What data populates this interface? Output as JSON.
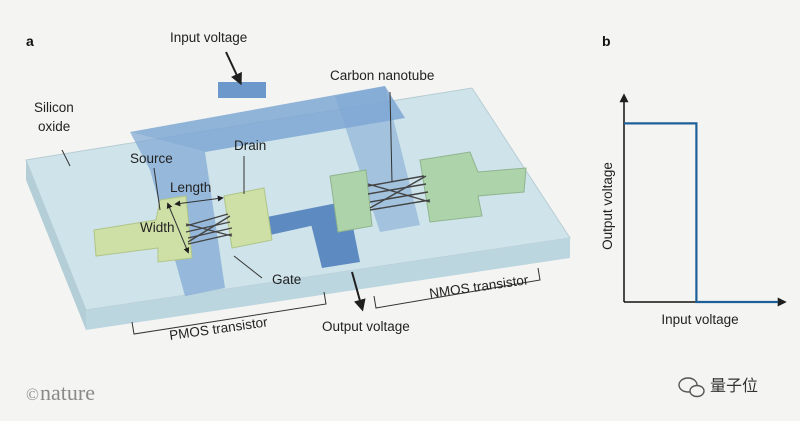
{
  "panel_a": {
    "letter": "a",
    "labels": {
      "input_voltage": "Input voltage",
      "silicon": "Silicon",
      "oxide": "oxide",
      "carbon_nanotube": "Carbon nanotube",
      "source": "Source",
      "drain": "Drain",
      "length": "Length",
      "width": "Width",
      "gate": "Gate",
      "nmos": "NMOS transistor",
      "pmos": "PMOS transistor",
      "output_voltage": "Output voltage"
    }
  },
  "panel_b": {
    "letter": "b",
    "ylabel": "Output voltage",
    "xlabel": "Input voltage"
  },
  "chart_data": {
    "type": "line",
    "title": "",
    "xlabel": "Input voltage",
    "ylabel": "Output voltage",
    "series": [
      {
        "x": [
          0,
          0.47,
          0.47,
          1.0
        ],
        "y": [
          0.93,
          0.93,
          0.0,
          0.0
        ]
      }
    ],
    "xlim": [
      0,
      1
    ],
    "ylim": [
      0,
      1
    ],
    "grid": false,
    "line_color": "#1f5f99"
  },
  "footer": {
    "copyright": "©",
    "brand": "nature",
    "watermark": "量子位"
  },
  "colors": {
    "substrate": "#c7dde6",
    "gate_metal": "#5f8ec4",
    "contact_pad": "#c9dca0",
    "nmos_pad": "#a9cfa6",
    "arrow": "#1f1f1f"
  }
}
